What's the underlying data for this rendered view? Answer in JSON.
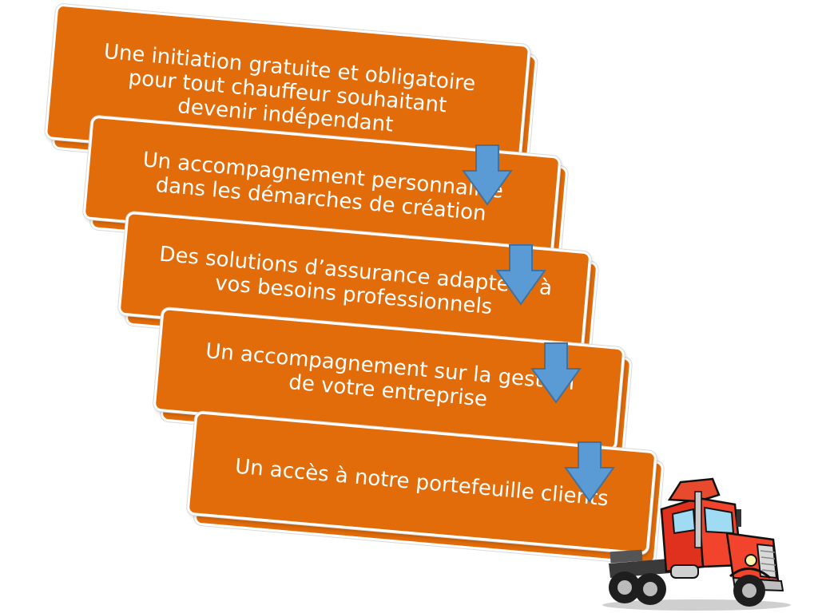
{
  "steps": [
    {
      "label": "Une initiation gratuite et obligatoire\npour tout chauffeur souhaitant\ndevenir indépendant"
    },
    {
      "label": "Un accompagnement personnalisé\ndans les démarches de création"
    },
    {
      "label": "Des solutions d’assurance adaptées à\nvos besoins professionnels"
    },
    {
      "label": "Un accompagnement sur la gestion\nde votre entreprise"
    },
    {
      "label": "Un accès à notre portefeuille clients"
    }
  ],
  "colors": {
    "step_fill": "#e36c0a",
    "arrow_fill": "#5b9bd5",
    "text": "#ffffff"
  },
  "icons": {
    "arrow": "arrow-down-icon",
    "truck": "truck-icon"
  }
}
